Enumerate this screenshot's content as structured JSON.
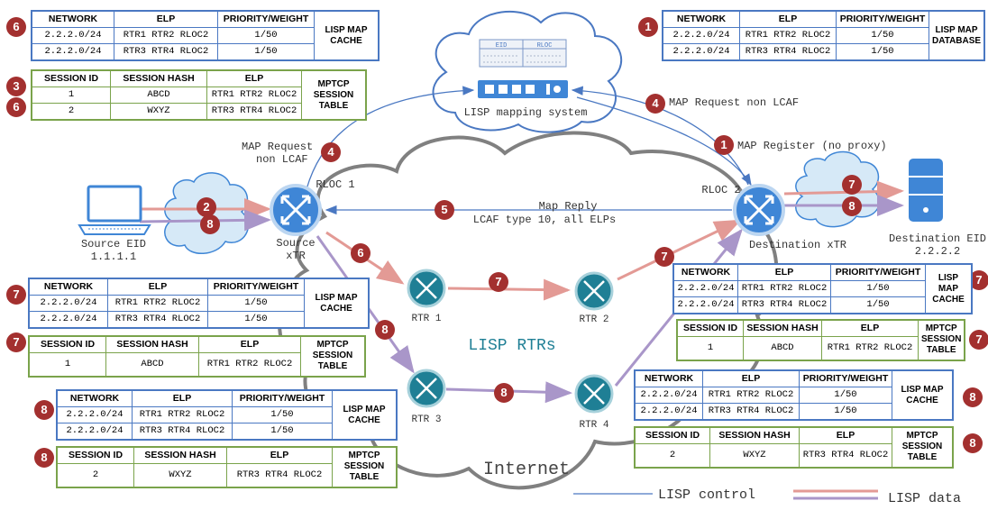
{
  "labels": {
    "lisp_mapping_system": "LISP mapping system",
    "eid": "EID",
    "rloc": "RLOC",
    "source_eid": "Source EID",
    "source_eid_addr": "1.1.1.1",
    "source_xtr_1": "Source",
    "source_xtr_2": "xTR",
    "rloc1": "RLOC 1",
    "rloc2": "RLOC 2",
    "destination_xtr": "Destination xTR",
    "destination_eid": "Destination EID",
    "destination_eid_addr": "2.2.2.2",
    "map_request_left_1": "MAP Request",
    "map_request_left_2": "non LCAF",
    "map_request_right": "MAP Request non LCAF",
    "map_register": "MAP Register (no proxy)",
    "map_reply_1": "Map Reply",
    "map_reply_2": "LCAF type 10, all ELPs",
    "rtr1": "RTR 1",
    "rtr2": "RTR 2",
    "rtr3": "RTR 3",
    "rtr4": "RTR 4",
    "lisp_rtrs": "LISP RTRs",
    "internet": "Internet",
    "legend_control": "LISP control",
    "legend_data": "LISP data"
  },
  "badges": {
    "b6_tl": "6",
    "b3": "3",
    "b6_mid": "6",
    "b1_tr": "1",
    "b4_left": "4",
    "b4_right": "4",
    "b1_reg": "1",
    "b2": "2",
    "b8_src": "8",
    "b5": "5",
    "b6_path": "6",
    "b7_path": "7",
    "b7_r": "7",
    "b8_path": "8",
    "b8_r": "8",
    "b7_dst1": "7",
    "b8_dst": "8",
    "t7a": "7",
    "t7b": "7",
    "t8a": "8",
    "t8b": "8",
    "t7c": "7",
    "t7d": "7",
    "t8c": "8",
    "t8d": "8"
  },
  "map_headers": {
    "network": "NETWORK",
    "elp": "ELP",
    "priority": "PRIORITY/WEIGHT"
  },
  "session_headers": {
    "session_id": "SESSION ID",
    "session_hash": "SESSION HASH",
    "elp": "ELP"
  },
  "tables": {
    "tl_map": {
      "title": "LISP MAP CACHE",
      "rows": [
        {
          "network": "2.2.2.0/24",
          "elp": "RTR1 RTR2 RLOC2",
          "pw": "1/50"
        },
        {
          "network": "2.2.2.0/24",
          "elp": "RTR3 RTR4 RLOC2",
          "pw": "1/50"
        }
      ]
    },
    "tl_session": {
      "title": "MPTCP SESSION TABLE",
      "rows": [
        {
          "id": "1",
          "hash": "ABCD",
          "elp": "RTR1 RTR2 RLOC2"
        },
        {
          "id": "2",
          "hash": "WXYZ",
          "elp": "RTR3 RTR4 RLOC2"
        }
      ]
    },
    "tr_map": {
      "title": "LISP MAP DATABASE",
      "rows": [
        {
          "network": "2.2.2.0/24",
          "elp": "RTR1 RTR2 RLOC2",
          "pw": "1/50"
        },
        {
          "network": "2.2.2.0/24",
          "elp": "RTR3 RTR4 RLOC2",
          "pw": "1/50"
        }
      ]
    },
    "ml7_map": {
      "title": "LISP MAP CACHE",
      "rows": [
        {
          "network": "2.2.2.0/24",
          "elp": "RTR1 RTR2 RLOC2",
          "pw": "1/50"
        },
        {
          "network": "2.2.2.0/24",
          "elp": "RTR3 RTR4 RLOC2",
          "pw": "1/50"
        }
      ]
    },
    "ml7_session": {
      "title": "MPTCP SESSION TABLE",
      "rows": [
        {
          "id": "1",
          "hash": "ABCD",
          "elp": "RTR1 RTR2 RLOC2"
        }
      ]
    },
    "ml8_map": {
      "title": "LISP MAP CACHE",
      "rows": [
        {
          "network": "2.2.2.0/24",
          "elp": "RTR1 RTR2 RLOC2",
          "pw": "1/50"
        },
        {
          "network": "2.2.2.0/24",
          "elp": "RTR3 RTR4 RLOC2",
          "pw": "1/50"
        }
      ]
    },
    "ml8_session": {
      "title": "MPTCP SESSION TABLE",
      "rows": [
        {
          "id": "2",
          "hash": "WXYZ",
          "elp": "RTR3 RTR4 RLOC2"
        }
      ]
    },
    "mr7_map": {
      "title": "LISP MAP CACHE",
      "rows": [
        {
          "network": "2.2.2.0/24",
          "elp": "RTR1 RTR2 RLOC2",
          "pw": "1/50"
        },
        {
          "network": "2.2.2.0/24",
          "elp": "RTR3 RTR4 RLOC2",
          "pw": "1/50"
        }
      ]
    },
    "mr7_session": {
      "title": "MPTCP SESSION TABLE",
      "rows": [
        {
          "id": "1",
          "hash": "ABCD",
          "elp": "RTR1 RTR2 RLOC2"
        }
      ]
    },
    "mr8_map": {
      "title": "LISP MAP CACHE",
      "rows": [
        {
          "network": "2.2.2.0/24",
          "elp": "RTR1 RTR2 RLOC2",
          "pw": "1/50"
        },
        {
          "network": "2.2.2.0/24",
          "elp": "RTR3 RTR4 RLOC2",
          "pw": "1/50"
        }
      ]
    },
    "mr8_session": {
      "title": "MPTCP SESSION TABLE",
      "rows": [
        {
          "id": "2",
          "hash": "WXYZ",
          "elp": "RTR3 RTR4 RLOC2"
        }
      ]
    }
  },
  "colors": {
    "control": "#4a78c2",
    "data_red": "#e39a95",
    "data_purple": "#a996c9",
    "badge": "#a3302f",
    "router": "#3f86d6",
    "rtr": "#1f7f95",
    "cloud_edge": "#808080",
    "map_border": "#4a78c2",
    "session_border": "#7aa34b"
  }
}
